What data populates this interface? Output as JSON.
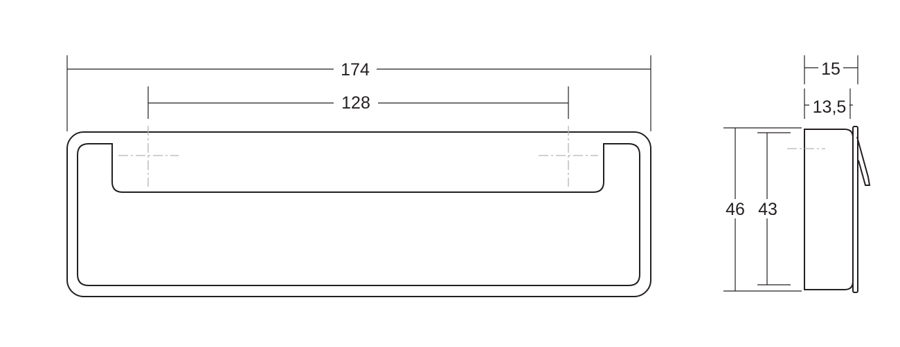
{
  "dimensions": {
    "overall_length": "174",
    "hole_spacing": "128",
    "depth_total": "15",
    "depth_inner": "13,5",
    "height_total": "46",
    "height_inner": "43"
  }
}
